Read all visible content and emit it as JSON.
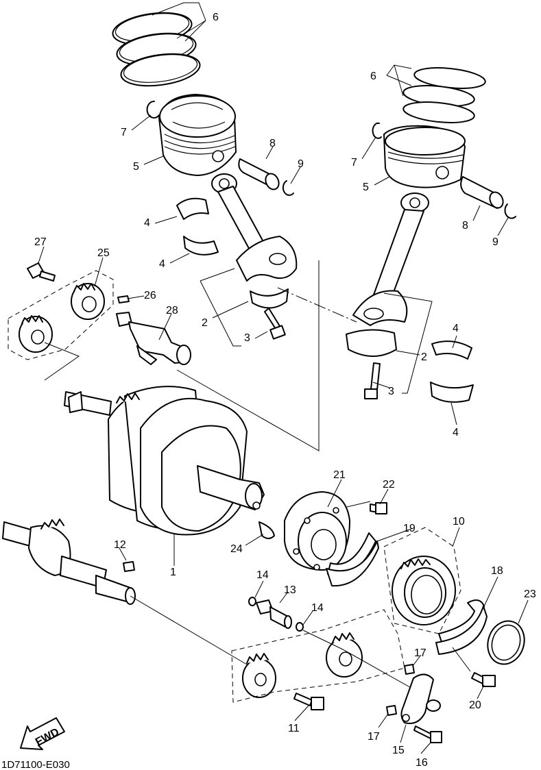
{
  "diagram_code": "1D71100-E030",
  "fwd_label": "FWD",
  "callouts": [
    "1",
    "2",
    "3",
    "4",
    "5",
    "6",
    "7",
    "8",
    "9",
    "10",
    "11",
    "12",
    "13",
    "14",
    "15",
    "16",
    "17",
    "18",
    "19",
    "20",
    "21",
    "22",
    "23",
    "24",
    "25",
    "26",
    "27",
    "28"
  ]
}
